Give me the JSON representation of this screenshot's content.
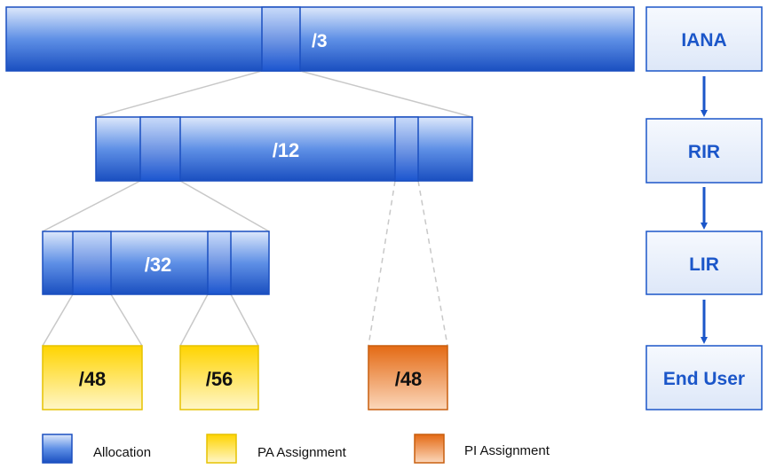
{
  "colors": {
    "allocation": "#1f5fd6",
    "pa_assignment": "#ffd800",
    "pi_assignment": "#e8731a",
    "hierarchy_text": "#1b56c9",
    "arrow": "#1b56c9"
  },
  "prefixes": {
    "slash3": "/3",
    "slash12": "/12",
    "slash32": "/32",
    "pa48": "/48",
    "pa56": "/56",
    "pi48": "/48"
  },
  "hierarchy": [
    "IANA",
    "RIR",
    "LIR",
    "End User"
  ],
  "legend": {
    "allocation": "Allocation",
    "pa": "PA Assignment",
    "pi": "PI Assignment"
  }
}
